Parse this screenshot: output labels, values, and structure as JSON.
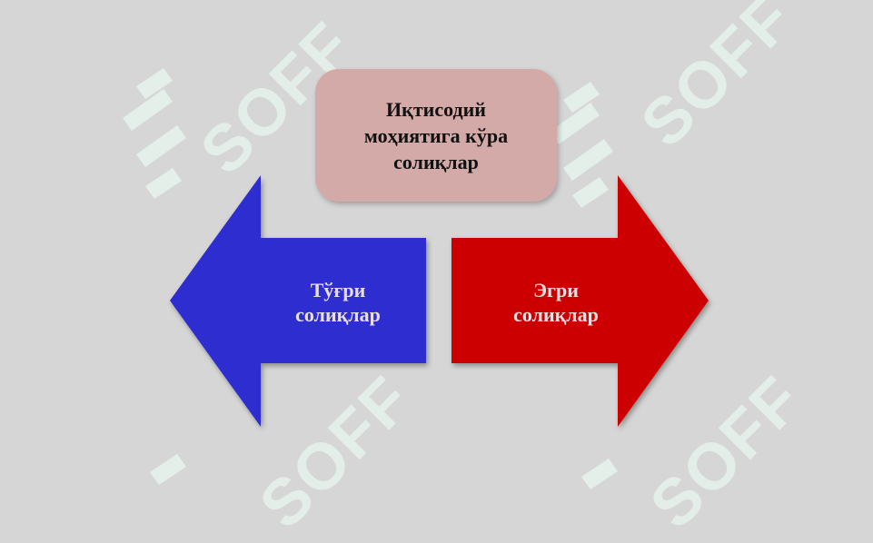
{
  "colors": {
    "background": "#d6d6d6",
    "title_box": "#d4aaa8",
    "left_arrow": "#2f2fd0",
    "right_arrow": "#cc0000",
    "label_text": "#e8dede",
    "watermark": "#e6f3ec"
  },
  "title": {
    "lines": [
      "Иқтисодий",
      "моҳиятига кўра",
      "солиқлар"
    ]
  },
  "left_arrow": {
    "lines": [
      "Тўғри",
      "солиқлар"
    ]
  },
  "right_arrow": {
    "lines": [
      "Эгри",
      "солиқлар"
    ]
  },
  "watermark": {
    "text": "SOFF"
  }
}
